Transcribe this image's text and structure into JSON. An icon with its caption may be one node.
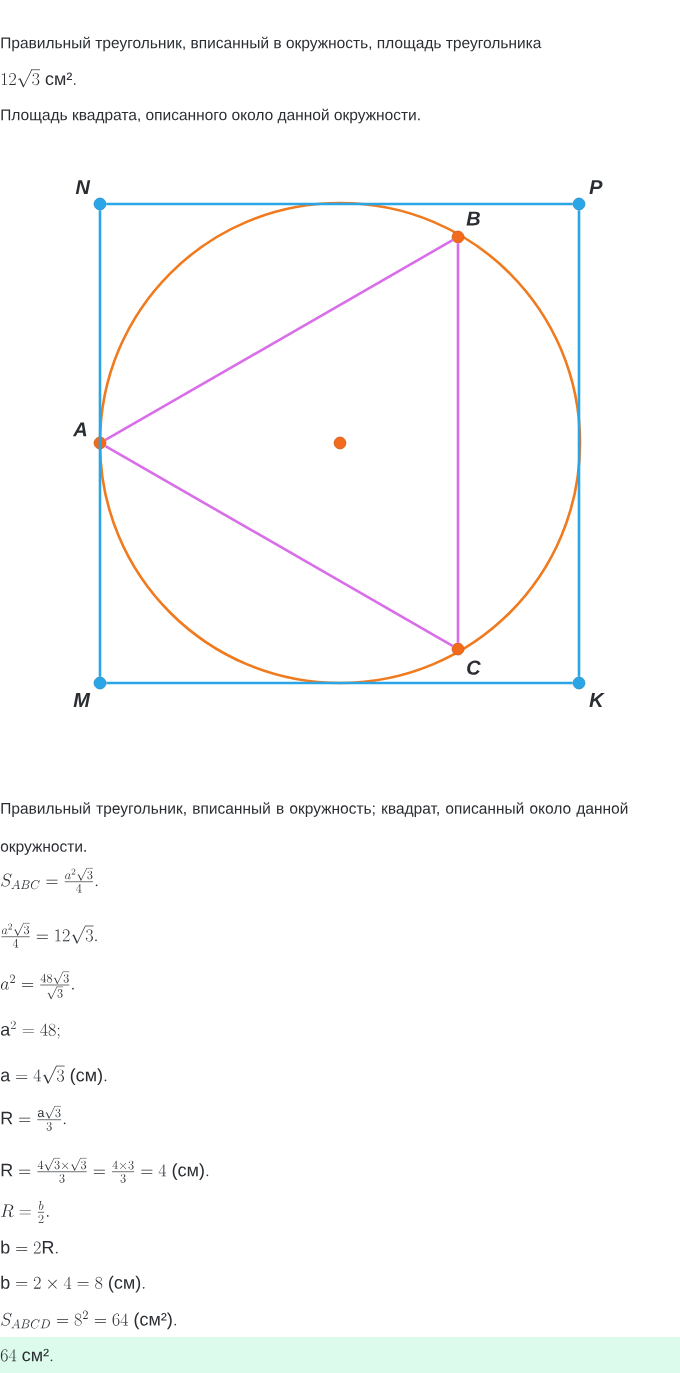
{
  "diagram": {
    "nodes": [
      {
        "text": [
          "N"
        ]
      },
      {
        "text": [
          "P"
        ]
      },
      {
        "text": [
          "B"
        ]
      },
      {
        "text": [
          "A"
        ]
      },
      {
        "text": [],
        "shape": "circle"
      },
      {
        "text": [
          "C"
        ]
      },
      {
        "text": [
          "M"
        ]
      },
      {
        "text": [
          "K"
        ]
      }
    ],
    "edges": [
      {
        "from": 0,
        "to": 1,
        "arrow": "none"
      },
      {
        "from": 1,
        "to": 7,
        "arrow": "none"
      },
      {
        "from": 7,
        "to": 6,
        "arrow": "none"
      },
      {
        "from": 6,
        "to": 0,
        "arrow": "none"
      },
      {
        "from": 3,
        "to": 2,
        "arrow": "none",
        "color": "#d86ee8"
      },
      {
        "from": 2,
        "to": 5,
        "arrow": "none",
        "color": "#d86ee8"
      },
      {
        "from": 5,
        "to": 3,
        "arrow": "none",
        "color": "#d86ee8"
      }
    ],
    "labels": [
      "Правильный треугольник, вписанный в окружность, площадь треугольника",
      "12\\sqrt{3}\\text{ см²}.",
      "Площадь квадрата, описанного около данной окружности.",
      "Правильный треугольник, вписанный в окружность; квадрат, описанный около данной окружности.",
      "S_{ABC}=\\frac{a^2\\sqrt{3}}{4}.",
      "\\frac{a^2\\sqrt{3}}{4}=12\\sqrt{3}.",
      "a^2=\\frac{48\\sqrt{3}}{\\sqrt{3}}.",
      "\\mathrm{a}^2=48;",
      "\\mathrm{a}=4\\sqrt{3}\\text{ (см)}.",
      "\\mathrm{R}=\\frac{\\mathrm{a}\\sqrt{3}}{3}.",
      "\\mathrm{R}=\\frac{4\\sqrt{3}\\times\\sqrt{3}}{3}=\\frac{4\\times 3}{3}=4\\text{ (см)}.",
      "R=\\frac{b}{2}.",
      "\\mathrm{b}=2\\mathrm{R}.",
      "\\mathrm{b}=2\\times 4=8\\text{ (см)}.",
      "S_{ABCD}=8^2=64\\text{ (см²)}.",
      "64\\text{ см²}."
    ]
  }
}
